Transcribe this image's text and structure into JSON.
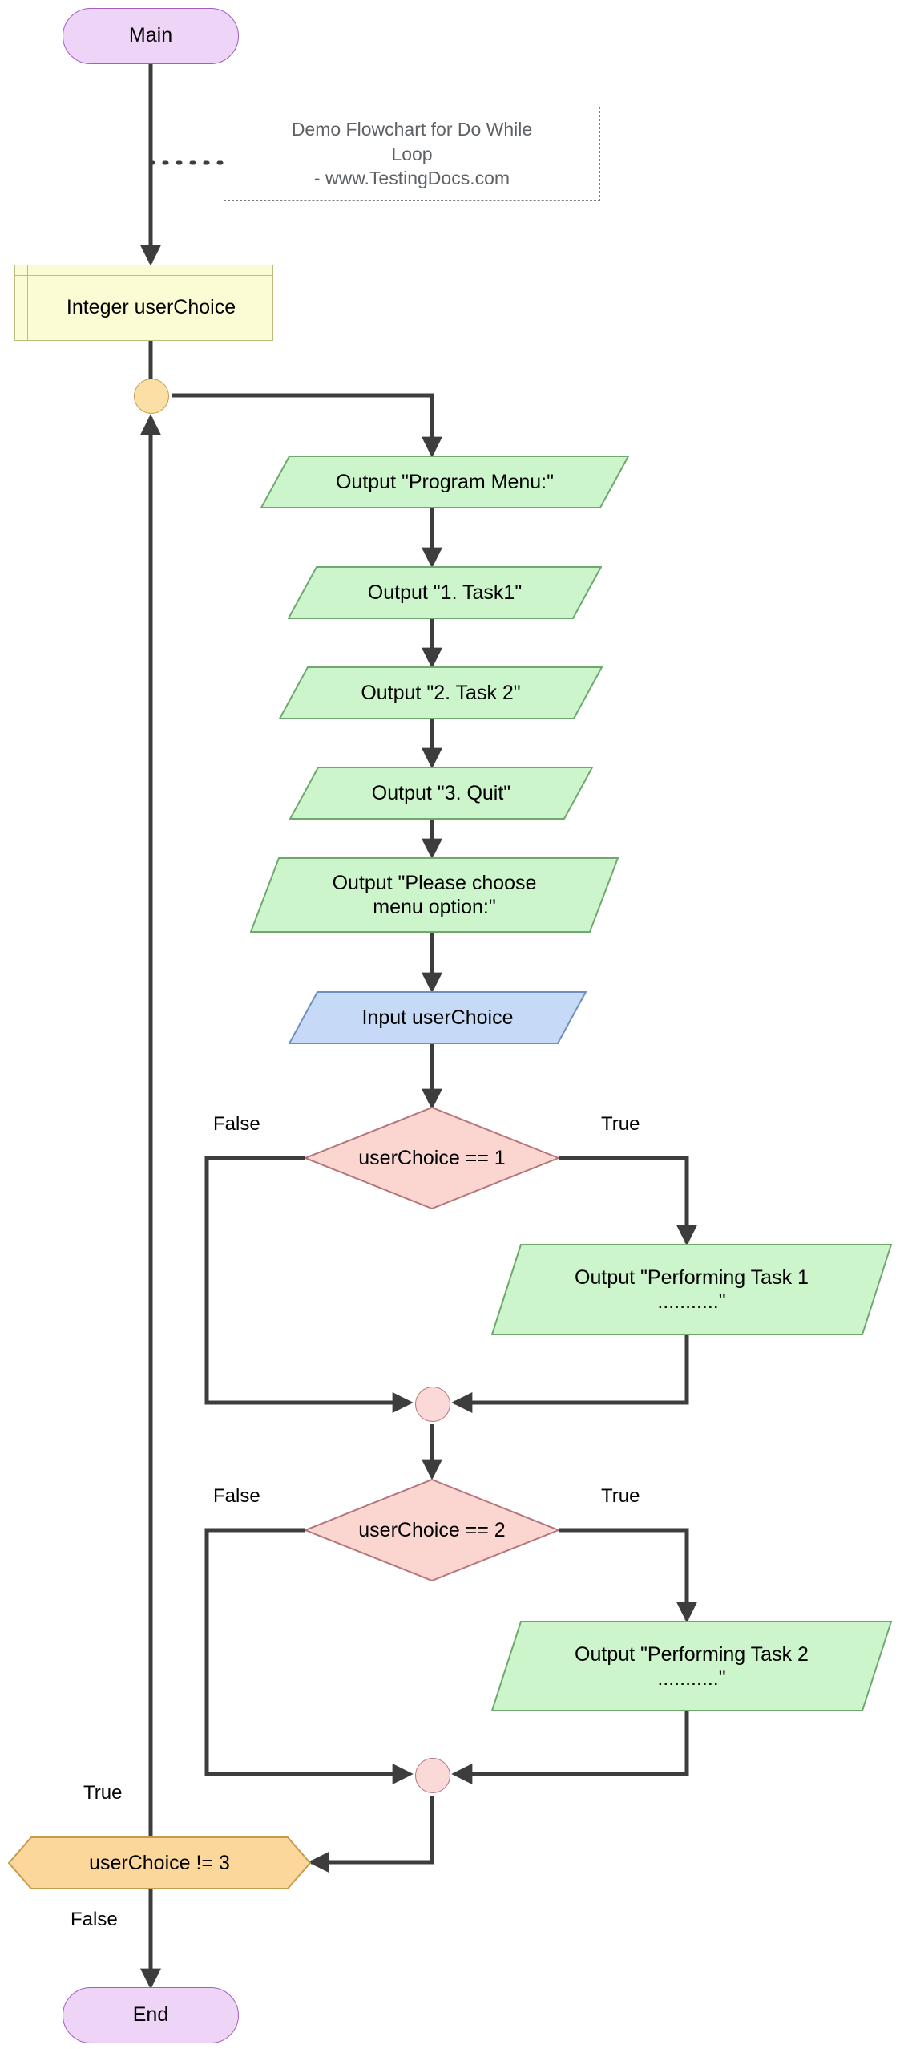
{
  "diagram": {
    "title": "Demo Flowchart for Do While Loop",
    "source": "www.TestingDocs.com",
    "note_text": "Demo Flowchart for Do While\nLoop\n- www.TestingDocs.com"
  },
  "colors": {
    "terminator_fill": "#eed4f7",
    "terminator_stroke": "#a05fbe",
    "declaration_fill": "#fbfbd4",
    "declaration_stroke": "#bcbc7e",
    "output_fill": "#ccf5cc",
    "output_stroke": "#6fa86f",
    "input_fill": "#c6d9f7",
    "input_stroke": "#6f8fc0",
    "decision_fill": "#fbd5d0",
    "decision_stroke": "#b4757a",
    "loop_fill": "#fcd79b",
    "loop_stroke": "#c79a4e",
    "merge_fill": "#fbd9d9",
    "merge_stroke": "#b4757a",
    "connector_fill": "#fcdfa4",
    "connector_stroke": "#c79a4e",
    "edge": "#3d3d3d",
    "note_text": "#5c6166",
    "note_border": "#7b7b7b"
  },
  "nodes": {
    "start": {
      "label": "Main",
      "type": "terminator"
    },
    "declaration": {
      "label": "Integer userChoice",
      "type": "declaration"
    },
    "loop_start": {
      "label": "",
      "type": "loop-start-connector"
    },
    "out_menu": {
      "label": "Output \"Program Menu:\"",
      "type": "output"
    },
    "out_task1_item": {
      "label": "Output \"1. Task1\"",
      "type": "output"
    },
    "out_task2_item": {
      "label": "Output \"2. Task 2\"",
      "type": "output"
    },
    "out_quit_item": {
      "label": "Output \"3. Quit\"",
      "type": "output"
    },
    "out_choose": {
      "label": "Output \"Please choose\nmenu option:\"",
      "type": "output"
    },
    "input_choice": {
      "label": "Input userChoice",
      "type": "input"
    },
    "decision_1": {
      "label": "userChoice == 1",
      "type": "decision"
    },
    "out_perform_task1": {
      "label": "Output \"Performing  Task 1\n...........\"",
      "type": "output"
    },
    "merge_1": {
      "label": "",
      "type": "merge-connector"
    },
    "decision_2": {
      "label": "userChoice == 2",
      "type": "decision"
    },
    "out_perform_task2": {
      "label": "Output \"Performing Task 2\n...........\"",
      "type": "output"
    },
    "merge_2": {
      "label": "",
      "type": "merge-connector"
    },
    "loop_condition": {
      "label": "userChoice != 3",
      "type": "loop-hexagon"
    },
    "end": {
      "label": "End",
      "type": "terminator"
    }
  },
  "edge_labels": {
    "d1_false": "False",
    "d1_true": "True",
    "d2_false": "False",
    "d2_true": "True",
    "loop_true": "True",
    "loop_false": "False"
  }
}
